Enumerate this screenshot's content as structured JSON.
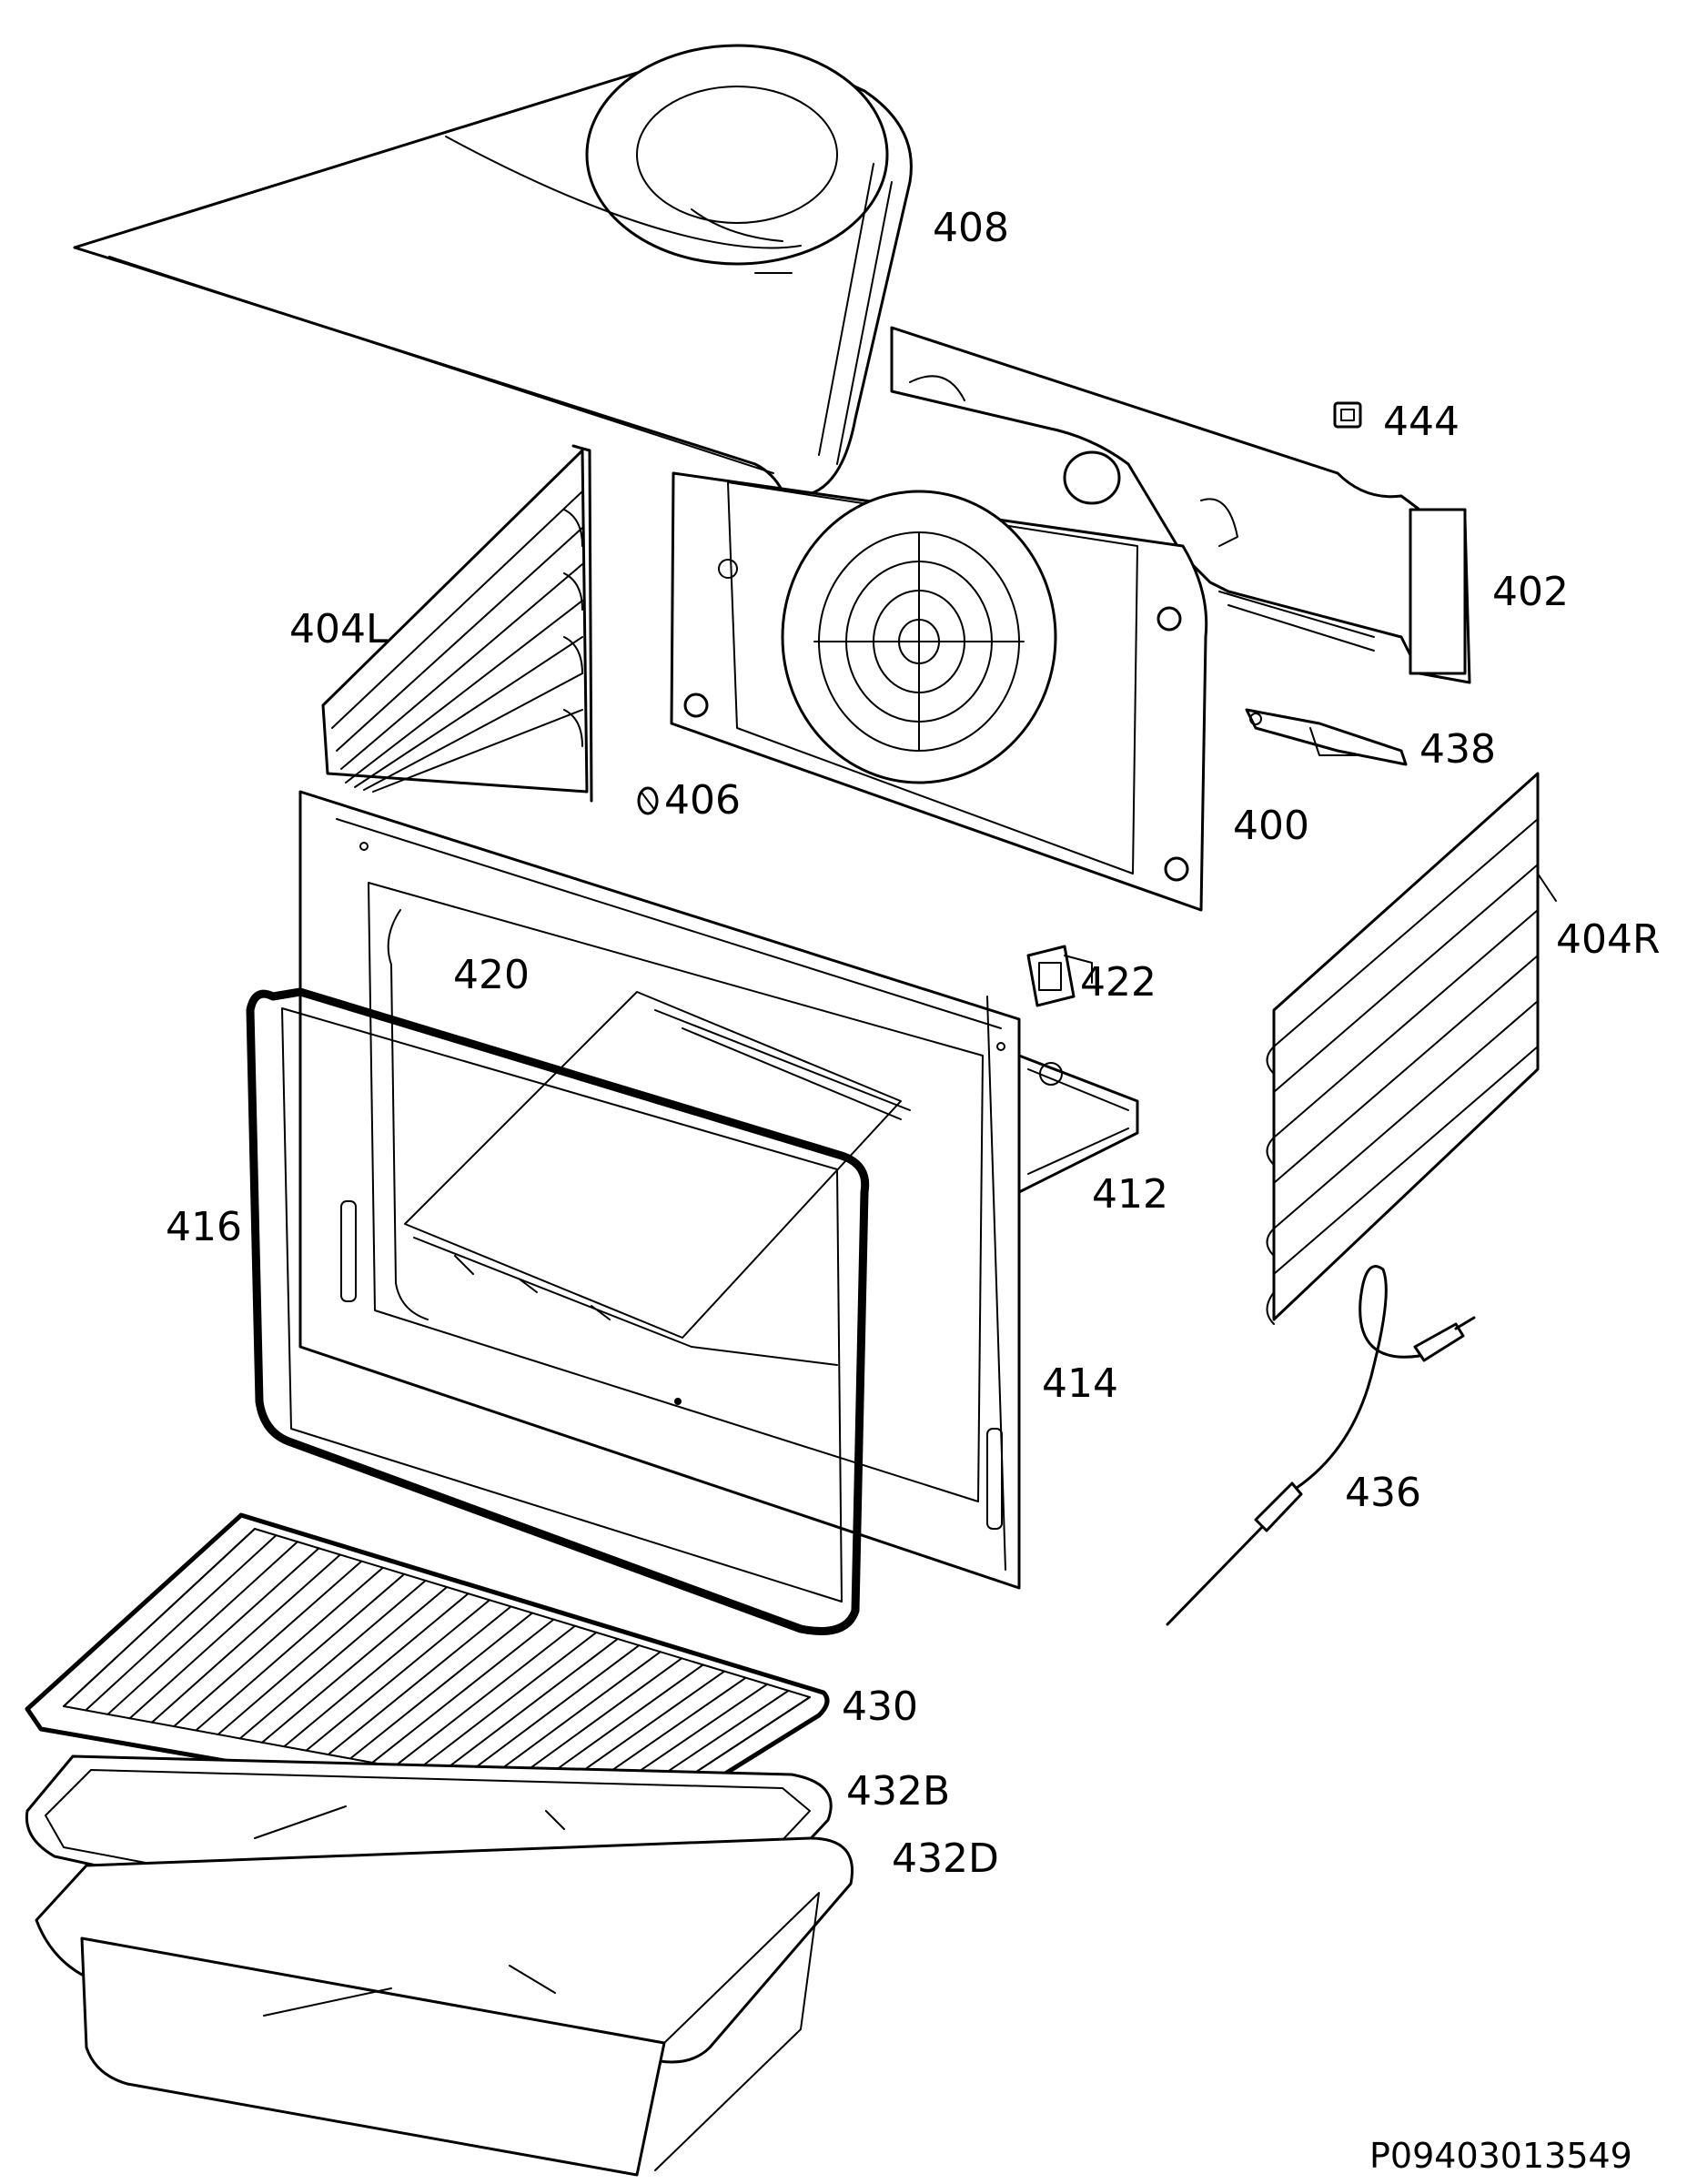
{
  "parts": {
    "p408": "408",
    "p444": "444",
    "p402": "402",
    "p404L": "404L",
    "p438": "438",
    "p406": "406",
    "p400": "400",
    "p404R": "404R",
    "p420": "420",
    "p422": "422",
    "p412": "412",
    "p416": "416",
    "p414": "414",
    "p436": "436",
    "p430": "430",
    "p432B": "432B",
    "p432D": "432D"
  },
  "drawing_code": "P09403013549"
}
